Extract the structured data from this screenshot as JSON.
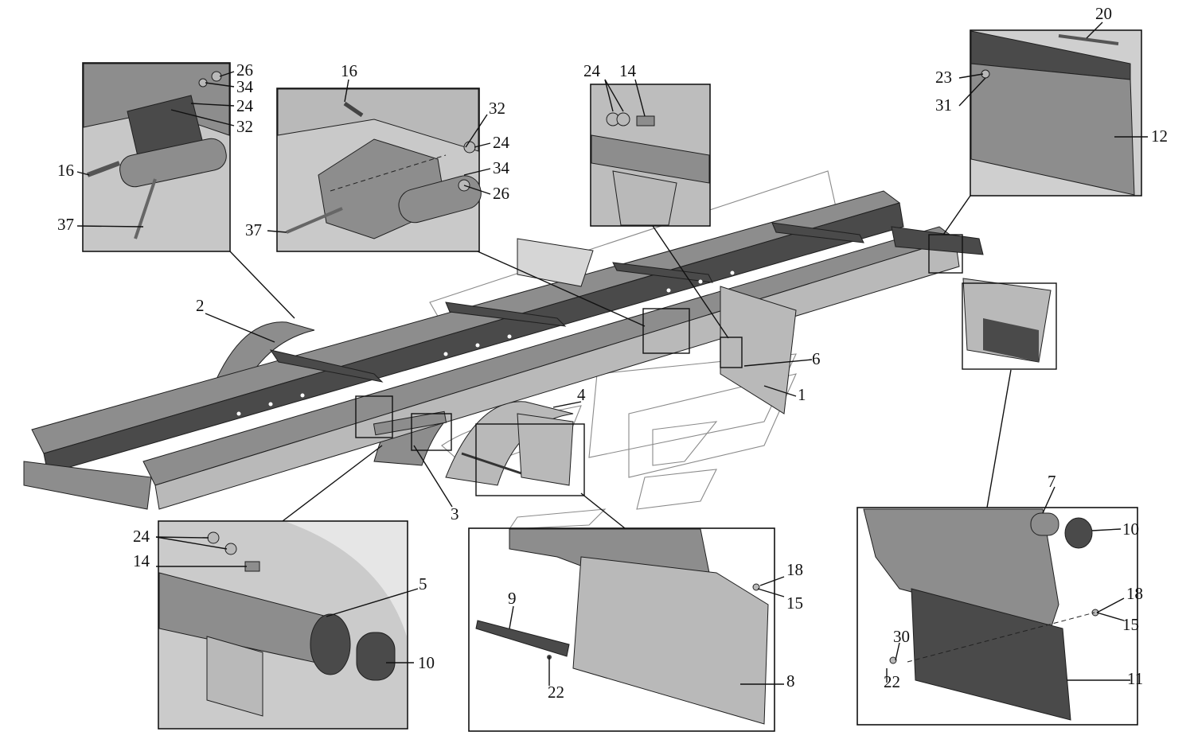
{
  "diagram": {
    "labels": {
      "frame": {
        "mudflap_rear_left": "1",
        "fender_front": "2",
        "fender_rear": "3",
        "bracket": "4",
        "mudflap_rear_right": "6"
      },
      "detail_top_left": [
        "26",
        "34",
        "24",
        "32",
        "16",
        "37"
      ],
      "detail_top_mid": [
        "16",
        "32",
        "24",
        "34",
        "26",
        "37"
      ],
      "detail_top_center": [
        "24",
        "14"
      ],
      "detail_top_right": [
        "20",
        "23",
        "31",
        "12"
      ],
      "detail_bottom_left": [
        "24",
        "14",
        "5",
        "10"
      ],
      "detail_bottom_mid": [
        "9",
        "22",
        "18",
        "15",
        "8"
      ],
      "detail_bottom_right": [
        "7",
        "10",
        "18",
        "15",
        "30",
        "22",
        "11"
      ]
    }
  }
}
